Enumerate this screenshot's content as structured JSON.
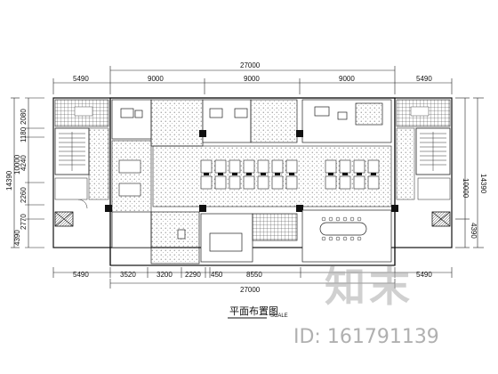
{
  "drawing": {
    "title": "平面布置图",
    "scale": "SCALE",
    "top_total": "27000",
    "bottom_total": "27000",
    "top_dims": [
      "5490",
      "9000",
      "9000",
      "9000",
      "5490"
    ],
    "bottom_dims": [
      "5490",
      "3520",
      "3200",
      "2290",
      "450",
      "8550",
      "5490"
    ],
    "left_outer": "14390",
    "right_outer": "14390",
    "left_dims": [
      "2080",
      "1180",
      "10000",
      "4240",
      "2260",
      "2770",
      "4390"
    ],
    "right_dims": [
      "10000",
      "4390"
    ]
  },
  "watermark": {
    "logo": "知末",
    "id_text": "ID: 161791139"
  }
}
